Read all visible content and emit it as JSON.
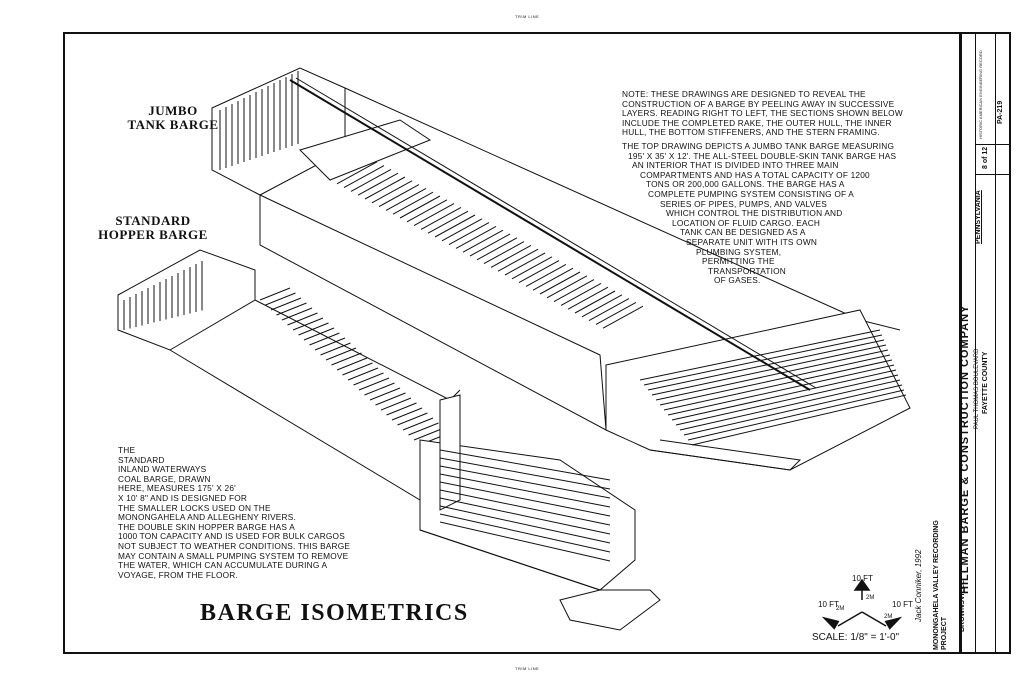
{
  "labels": {
    "jumbo": [
      "JUMBO",
      "TANK BARGE"
    ],
    "standard": [
      "STANDARD",
      "HOPPER BARGE"
    ]
  },
  "title": "BARGE ISOMETRICS",
  "note_top": [
    "NOTE: THESE DRAWINGS ARE DESIGNED TO REVEAL THE",
    "CONSTRUCTION OF A BARGE BY PEELING AWAY IN SUCCESSIVE",
    "LAYERS. READING RIGHT TO LEFT, THE SECTIONS SHOWN BELOW",
    "INCLUDE THE COMPLETED RAKE, THE OUTER HULL, THE INNER",
    "HULL, THE BOTTOM STIFFENERS, AND THE STERN FRAMING."
  ],
  "note_jumbo": [
    "THE TOP DRAWING DEPICTS A JUMBO TANK BARGE MEASURING",
    "195' X 35' X 12'. THE ALL-STEEL DOUBLE-SKIN TANK BARGE HAS",
    "AN INTERIOR THAT IS DIVIDED INTO THREE MAIN",
    "COMPARTMENTS AND HAS A TOTAL CAPACITY OF 1200",
    "TONS OR 200,000 GALLONS. THE BARGE HAS A",
    "COMPLETE PUMPING SYSTEM CONSISTING OF A",
    "SERIES OF PIPES, PUMPS, AND VALVES",
    "WHICH CONTROL THE DISTRIBUTION AND",
    "LOCATION OF FLUID CARGO. EACH",
    "TANK CAN BE DESIGNED AS A",
    "SEPARATE UNIT WITH ITS OWN",
    "PLUMBING SYSTEM,",
    "PERMITTING THE",
    "TRANSPORTATION",
    "OF GASES."
  ],
  "note_hopper": [
    "THE",
    "STANDARD",
    "INLAND WATERWAYS",
    "COAL BARGE, DRAWN",
    "HERE, MEASURES 175' X 26'",
    "X 10' 8\" AND IS DESIGNED FOR",
    "THE SMALLER LOCKS USED ON THE",
    "MONONGAHELA AND ALLEGHENY RIVERS.",
    "THE DOUBLE SKIN HOPPER BARGE HAS A",
    "1000 TON CAPACITY AND IS USED FOR BULK CARGOS",
    "NOT SUBJECT TO WEATHER CONDITIONS. THIS BARGE",
    "MAY CONTAIN A SMALL PUMPING SYSTEM TO REMOVE",
    "THE WATER, WHICH CAN ACCUMULATE DURING A",
    "VOYAGE, FROM THE FLOOR."
  ],
  "scale": {
    "label": "SCALE: 1/8\" = 1'-0\"",
    "up": "10 FT",
    "left": "10 FT",
    "right": "10 FT",
    "m_left": "2M",
    "m_right": "2M",
    "m_up": "2M"
  },
  "titleblock": {
    "company": "HILLMAN BARGE & CONSTRUCTION COMPANY",
    "address": "PAUL THOMAS BOULEVARD",
    "county": "FAYETTE COUNTY",
    "city": "BROWNSVILLE",
    "state": "PENNSYLVANIA",
    "project": "MONONGAHELA VALLEY RECORDING PROJECT",
    "delineator": "Jack Conniker, 1992",
    "sheet": "8 of 12",
    "survey": "HISTORIC AMERICAN ENGINEERING RECORD",
    "number": "PA-219"
  },
  "trimline": "TRIM LINE"
}
